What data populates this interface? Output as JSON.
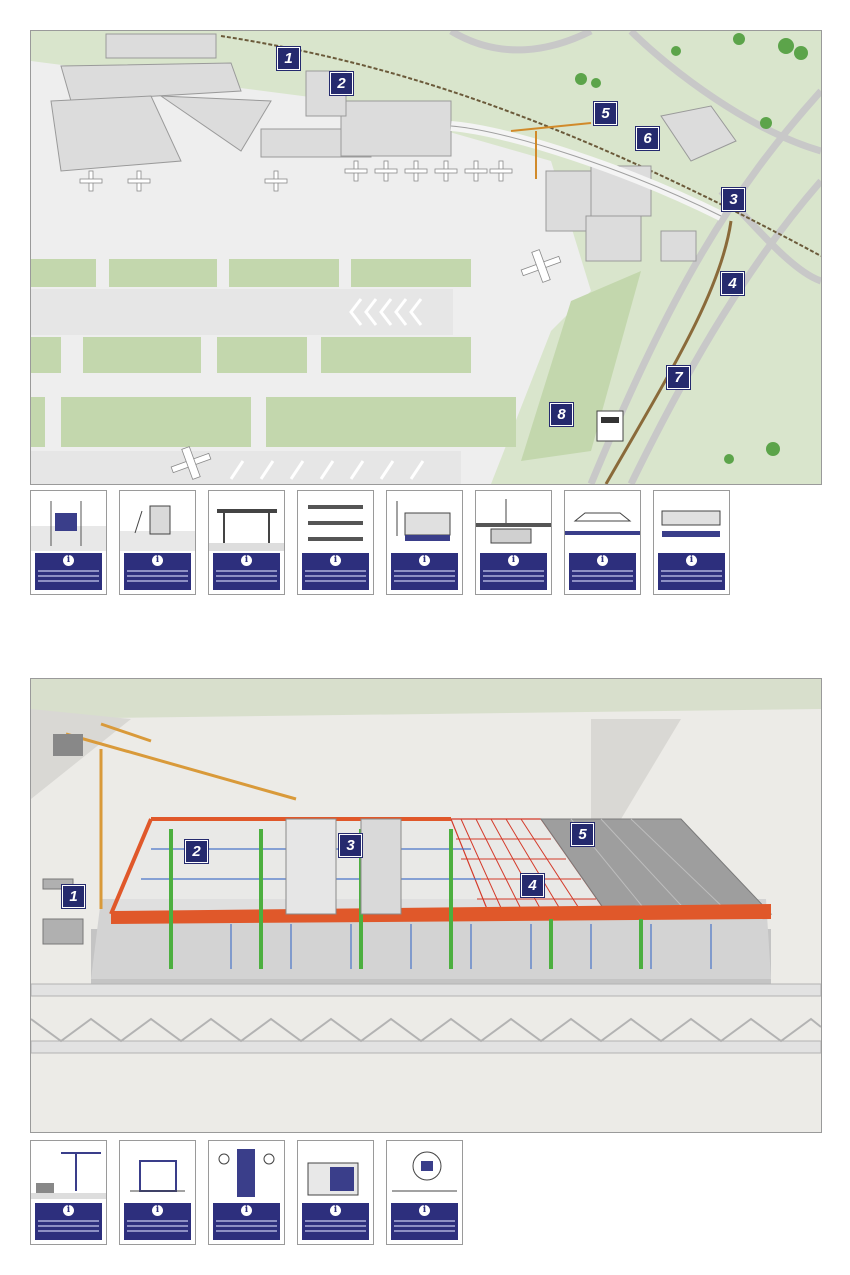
{
  "top_panel": {
    "markers": [
      "1",
      "2",
      "3",
      "4",
      "5",
      "6",
      "7",
      "8"
    ]
  },
  "top_cards": {
    "info_symbol": "i",
    "count": 8
  },
  "bottom_panel": {
    "markers": [
      "1",
      "2",
      "3",
      "4",
      "5"
    ]
  },
  "bottom_cards": {
    "info_symbol": "i",
    "count": 5
  },
  "colors": {
    "marker_fill": "#252a6e",
    "info_box": "#2d2f7d",
    "grass": "#c9dbb5",
    "apron": "#efefef",
    "steel_orange": "#e0582a",
    "steel_blue": "#4a74c8",
    "column_green": "#4caf3f",
    "crane_yellow": "#e0a33a"
  }
}
